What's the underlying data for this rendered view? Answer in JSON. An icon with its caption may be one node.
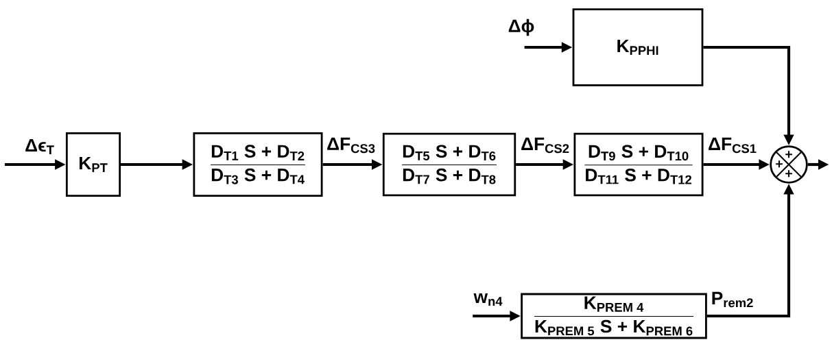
{
  "diagram": {
    "nodes": [
      {
        "text": [
          "K$_{PT}$"
        ]
      },
      {
        "text": [
          "D$_{T1}$ S + D$_{T2}$",
          "D$_{T3}$ S + D$_{T4}$"
        ]
      },
      {
        "text": [
          "D$_{T5}$ S + D$_{T6}$",
          "D$_{T7}$ S + D$_{T8}$"
        ]
      },
      {
        "text": [
          "D$_{T9}$ S + D$_{T10}$",
          "D$_{T11}$ S + D$_{T12}$"
        ]
      },
      {
        "text": [
          "K$_{PPHI}$"
        ]
      },
      {
        "text": [
          "+",
          "+",
          "+"
        ]
      },
      {
        "text": [
          "K$_{PREM 4}$",
          "K$_{PREM 5}$ S + K$_{PREM 6}$"
        ]
      }
    ],
    "edges": [
      {
        "from": null,
        "to": 0,
        "arrow": "to",
        "label": "Δϵ$_{T}$"
      },
      {
        "from": 0,
        "to": 1,
        "arrow": "to"
      },
      {
        "from": 1,
        "to": 2,
        "arrow": "to",
        "label": "ΔF$_{CS3}$"
      },
      {
        "from": 2,
        "to": 3,
        "arrow": "to",
        "label": "ΔF$_{CS2}$"
      },
      {
        "from": 3,
        "to": 5,
        "arrow": "to",
        "label": "ΔF$_{CS1}$"
      },
      {
        "from": null,
        "to": 4,
        "arrow": "to",
        "label": "Δϕ"
      },
      {
        "from": 4,
        "to": 5,
        "arrow": "to"
      },
      {
        "from": null,
        "to": 6,
        "arrow": "to",
        "label": "w$_{n4}$"
      },
      {
        "from": 6,
        "to": 5,
        "arrow": "to",
        "label": "P$_{rem2}$"
      },
      {
        "from": 5,
        "to": null,
        "arrow": "to"
      }
    ]
  }
}
